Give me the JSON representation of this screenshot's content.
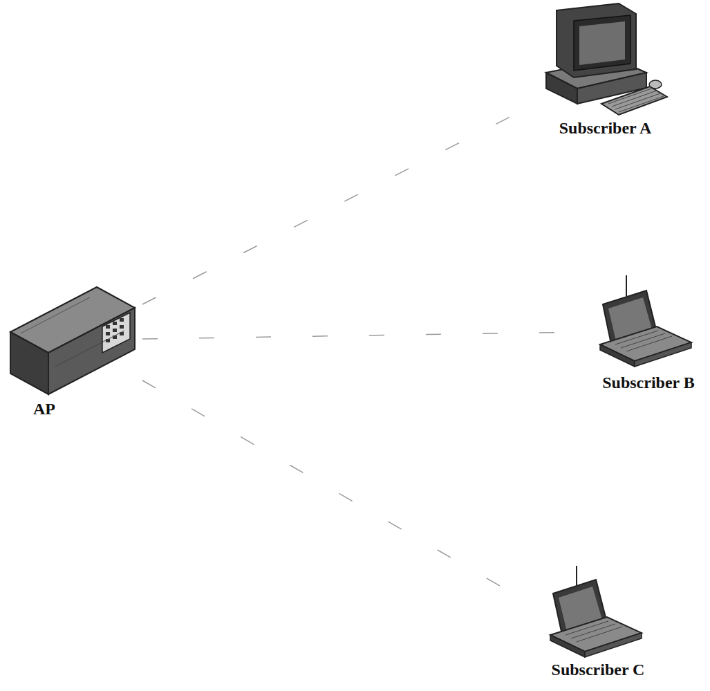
{
  "diagram": {
    "nodes": [
      {
        "text": [
          "Subscriber A"
        ]
      },
      {
        "text": [
          "AP"
        ]
      },
      {
        "text": [
          "Subscriber B"
        ]
      },
      {
        "text": [
          "Subscriber C"
        ]
      }
    ],
    "edges": [
      {
        "from": 1,
        "to": 0,
        "arrow": "none"
      },
      {
        "from": 1,
        "to": 2,
        "arrow": "none"
      },
      {
        "from": 1,
        "to": 3,
        "arrow": "none"
      }
    ]
  }
}
